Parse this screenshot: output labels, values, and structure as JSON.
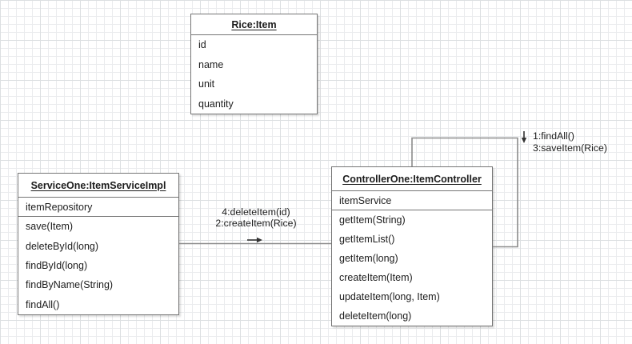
{
  "diagram": {
    "objects": {
      "rice": {
        "title": "Rice:Item",
        "attributes": [
          "id",
          "name",
          "unit",
          "quantity"
        ]
      },
      "service": {
        "title": "ServiceOne:ItemServiceImpl",
        "attributes": [
          "itemRepository"
        ],
        "methods": [
          "save(Item)",
          "deleteById(long)",
          "findById(long)",
          "findByName(String)",
          "findAll()"
        ]
      },
      "controller": {
        "title": "ControllerOne:ItemController",
        "attributes": [
          "itemService"
        ],
        "methods": [
          "getItem(String)",
          "getItemList()",
          "getItem(long)",
          "createItem(Item)",
          "updateItem(long, Item)",
          "deleteItem(long)"
        ]
      }
    },
    "messages": {
      "service_controller": {
        "labels": [
          "4:deleteItem(id)",
          "2:createItem(Rice)"
        ],
        "direction": "right"
      },
      "controller_self": {
        "labels": [
          "1:findAll()",
          "3:saveItem(Rice)"
        ],
        "direction": "down"
      }
    },
    "colors": {
      "box_border": "#757575",
      "box_fill": "#ffffff",
      "text": "#1c1c1c",
      "connector": "#8c8c8c",
      "arrow": "#333333",
      "grid_minor": "#eaecee",
      "grid_major": "#dcdfe1",
      "canvas_bg": "#ffffff"
    }
  }
}
